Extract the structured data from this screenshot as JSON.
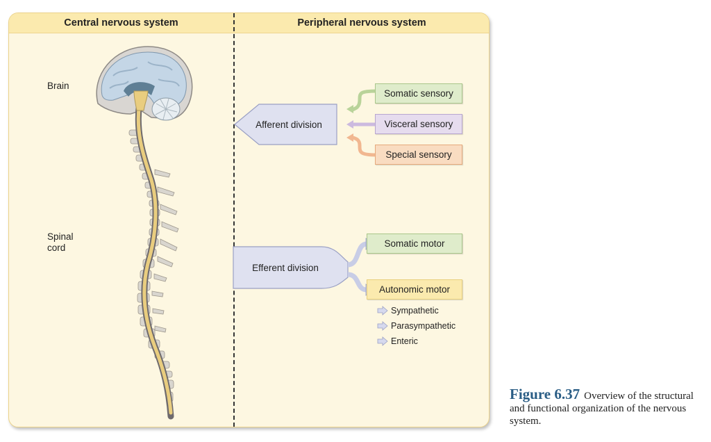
{
  "headers": {
    "left": "Central nervous system",
    "right": "Peripheral nervous system"
  },
  "cns_labels": {
    "brain": "Brain",
    "spinal_cord_line1": "Spinal",
    "spinal_cord_line2": "cord"
  },
  "afferent": {
    "label": "Afferent division",
    "inputs": [
      {
        "label": "Somatic sensory",
        "color": "#dfeccb"
      },
      {
        "label": "Visceral sensory",
        "color": "#e6dcee"
      },
      {
        "label": "Special sensory",
        "color": "#f9dcc1"
      }
    ]
  },
  "efferent": {
    "label": "Efferent division",
    "outputs": [
      {
        "label": "Somatic motor",
        "color": "#dfeccb"
      },
      {
        "label": "Autonomic motor",
        "color": "#fbeaae"
      }
    ],
    "autonomic_subdivisions": [
      "Sympathetic",
      "Parasympathetic",
      "Enteric"
    ]
  },
  "caption": {
    "figure_number": "Figure 6.37",
    "text": "Overview of the structural and functional organization of the nervous system."
  },
  "colors": {
    "panel_bg": "#fdf7e1",
    "header_bg": "#fbeaae",
    "division_box": "#dfe1f0",
    "figure_number": "#2a5d85"
  }
}
